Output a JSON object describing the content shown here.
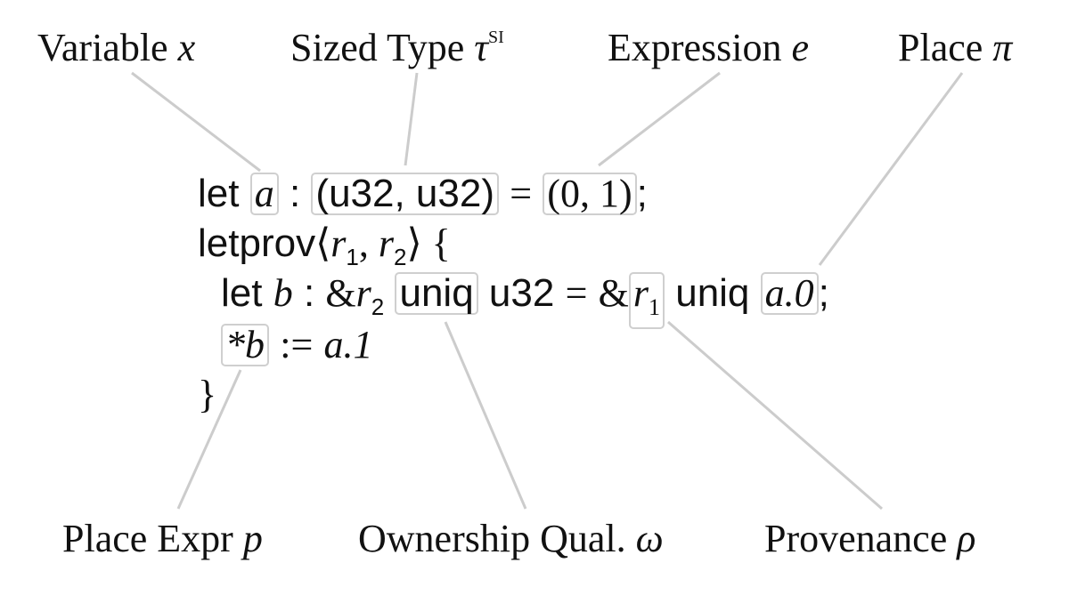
{
  "labels": {
    "variable": {
      "text": "Variable ",
      "sym": "x"
    },
    "sized_type": {
      "text": "Sized Type ",
      "sym": "τ",
      "sup": "SI"
    },
    "expression": {
      "text": "Expression ",
      "sym": "e"
    },
    "place": {
      "text": "Place ",
      "sym": "π"
    },
    "place_expr": {
      "text": "Place Expr ",
      "sym": "p"
    },
    "ownership": {
      "text": "Ownership Qual. ",
      "sym": "ω"
    },
    "provenance": {
      "text": "Provenance ",
      "sym": "ρ"
    }
  },
  "code": {
    "line1": {
      "kw": "let",
      "var": "a",
      "colon": ":",
      "type": "(u32, u32)",
      "eq": "=",
      "expr": "(0, 1)",
      "semi": ";"
    },
    "line2": {
      "kw": "letprov",
      "open": "⟨",
      "r1": "r",
      "r1_sub": "1",
      "comma": ", ",
      "r2": "r",
      "r2_sub": "2",
      "close": "⟩",
      "brace": " {"
    },
    "line3": {
      "kw": "let",
      "var": "b",
      "colon": ":",
      "amp": "&",
      "r": "r",
      "r_sub": "2",
      "uniq": "uniq",
      "type": "u32",
      "eq": "=",
      "amp2": "&",
      "r2": "r",
      "r2_sub": "1",
      "uniq2": "uniq",
      "place": "a.0",
      "semi": ";"
    },
    "line4": {
      "deref": "*b",
      "assign": ":=",
      "rhs": "a.1"
    },
    "line5": {
      "brace": "}"
    }
  }
}
